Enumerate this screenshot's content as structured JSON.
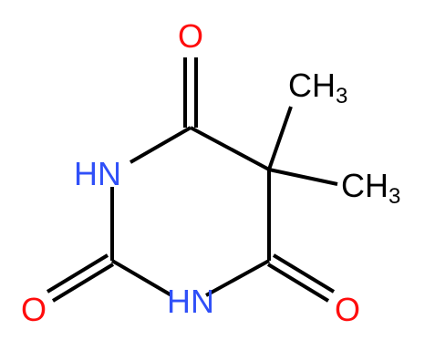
{
  "molecule": {
    "atoms": {
      "o_top": {
        "label": "O"
      },
      "o_left": {
        "label": "O"
      },
      "o_right": {
        "label": "O"
      },
      "nh_upper": {
        "label": "HN"
      },
      "nh_lower": {
        "label": "HN"
      },
      "ch3_top": {
        "main": "CH",
        "sub": "3"
      },
      "ch3_right": {
        "main": "CH",
        "sub": "3"
      }
    }
  },
  "colors": {
    "oxygen": "#ff0d0d",
    "nitrogen": "#3050f8",
    "carbon": "#000000",
    "bond": "#000000"
  }
}
